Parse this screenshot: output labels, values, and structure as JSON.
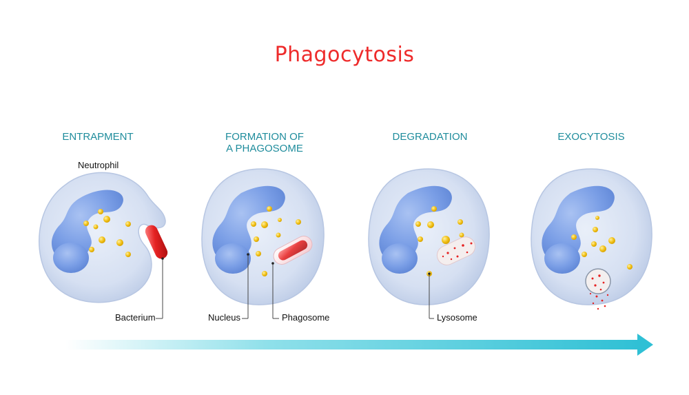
{
  "title": "Phagocytosis",
  "stages": [
    {
      "label_lines": [
        "ENTRAPMENT"
      ]
    },
    {
      "label_lines": [
        "FORMATION OF",
        "A PHAGOSOME"
      ]
    },
    {
      "label_lines": [
        "DEGRADATION"
      ]
    },
    {
      "label_lines": [
        "EXOCYTOSIS"
      ]
    }
  ],
  "labels": {
    "neutrophil": "Neutrophil",
    "bacterium": "Bacterium",
    "nucleus": "Nucleus",
    "phagosome": "Phagosome",
    "lysosome": "Lysosome"
  },
  "colors": {
    "title": "#ee2b2b",
    "stage_label": "#1e8c9c",
    "cytoplasm": "#d6e0f2",
    "nucleus": "#7a9ee6",
    "granule": "#f2c21b",
    "bacterium": "#e52222",
    "arrow": "#39c5d8"
  }
}
